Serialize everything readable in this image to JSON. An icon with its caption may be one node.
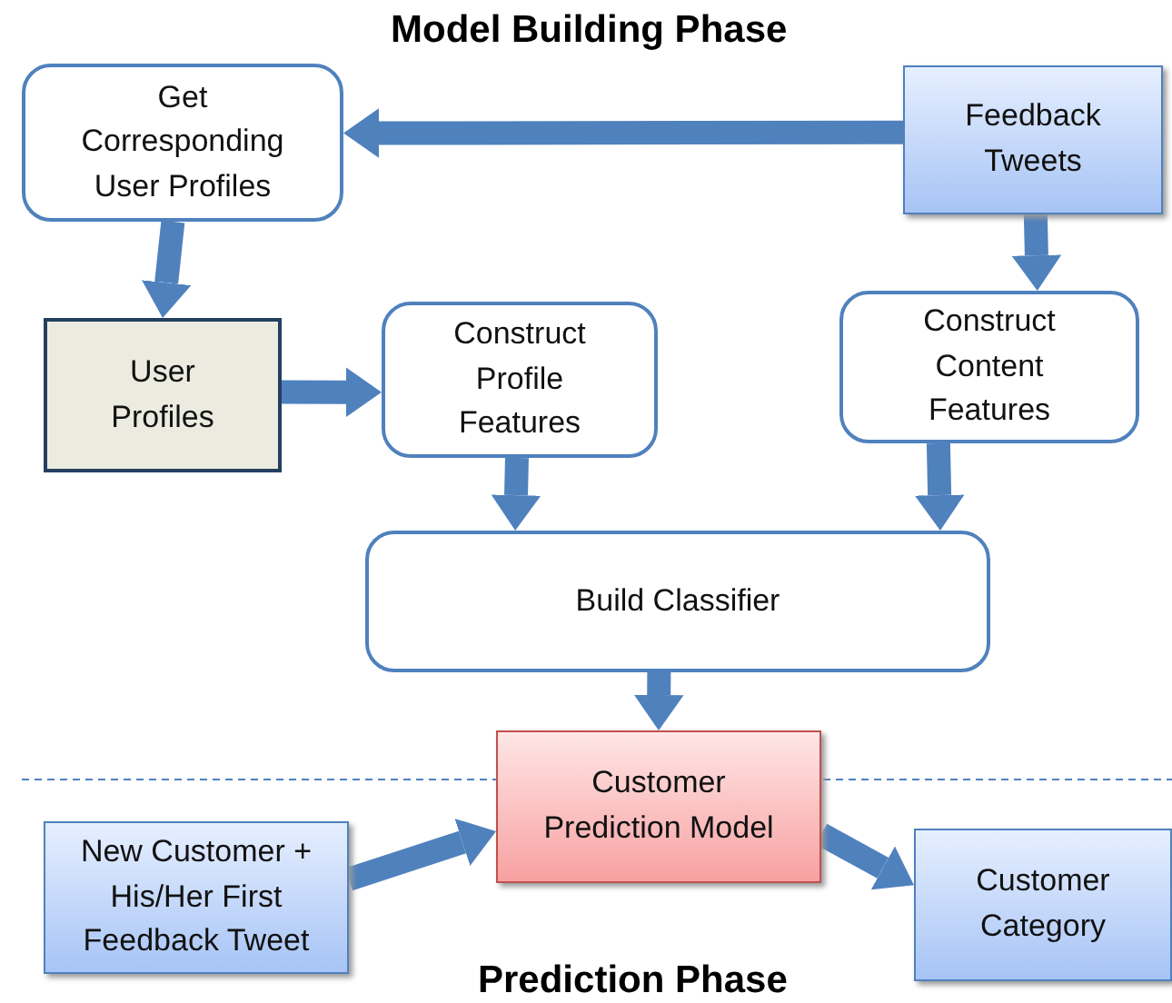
{
  "diagram": {
    "title": "Model Building Phase",
    "nodes": [
      {
        "text": [
          "Get Corresponding User Profiles"
        ]
      },
      {
        "text": [
          "Feedback Tweets"
        ]
      },
      {
        "text": [
          "User Profiles"
        ]
      },
      {
        "text": [
          "Construct Profile Features"
        ]
      },
      {
        "text": [
          "Construct Content Features"
        ]
      },
      {
        "text": [
          "Build Classifier"
        ]
      },
      {
        "text": [
          "Customer Prediction Model"
        ]
      },
      {
        "text": [
          "New Customer + His/Her First Feedback Tweet"
        ]
      },
      {
        "text": [
          "Customer Category"
        ]
      }
    ],
    "edges": [
      {
        "from": 1,
        "to": 0,
        "arrow": "to"
      },
      {
        "from": 0,
        "to": 2,
        "arrow": "to"
      },
      {
        "from": 2,
        "to": 3,
        "arrow": "to"
      },
      {
        "from": 1,
        "to": 4,
        "arrow": "to"
      },
      {
        "from": 3,
        "to": 5,
        "arrow": "to"
      },
      {
        "from": 4,
        "to": 5,
        "arrow": "to"
      },
      {
        "from": 5,
        "to": 6,
        "arrow": "to"
      },
      {
        "from": 7,
        "to": 6,
        "arrow": "to"
      },
      {
        "from": 6,
        "to": 8,
        "arrow": "to"
      }
    ],
    "labels": [
      "Prediction Phase"
    ]
  }
}
